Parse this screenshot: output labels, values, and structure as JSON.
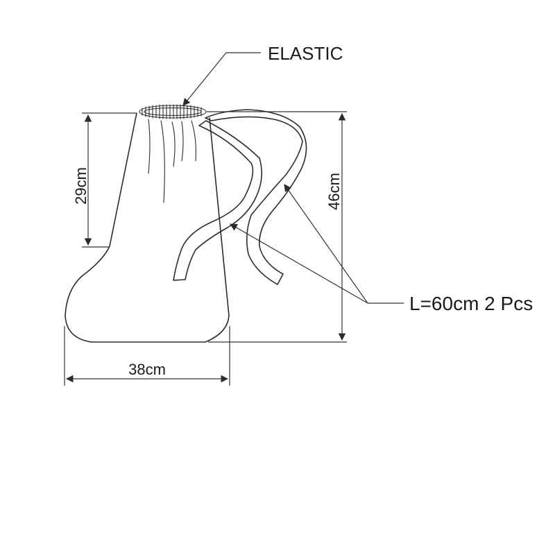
{
  "labels": {
    "elastic": "ELASTIC",
    "height_left": "29cm",
    "height_right": "46cm",
    "width_bottom": "38cm",
    "strap_note": "L=60cm 2 Pcs"
  },
  "colors": {
    "line": "#2b2b2b",
    "background": "#ffffff"
  }
}
